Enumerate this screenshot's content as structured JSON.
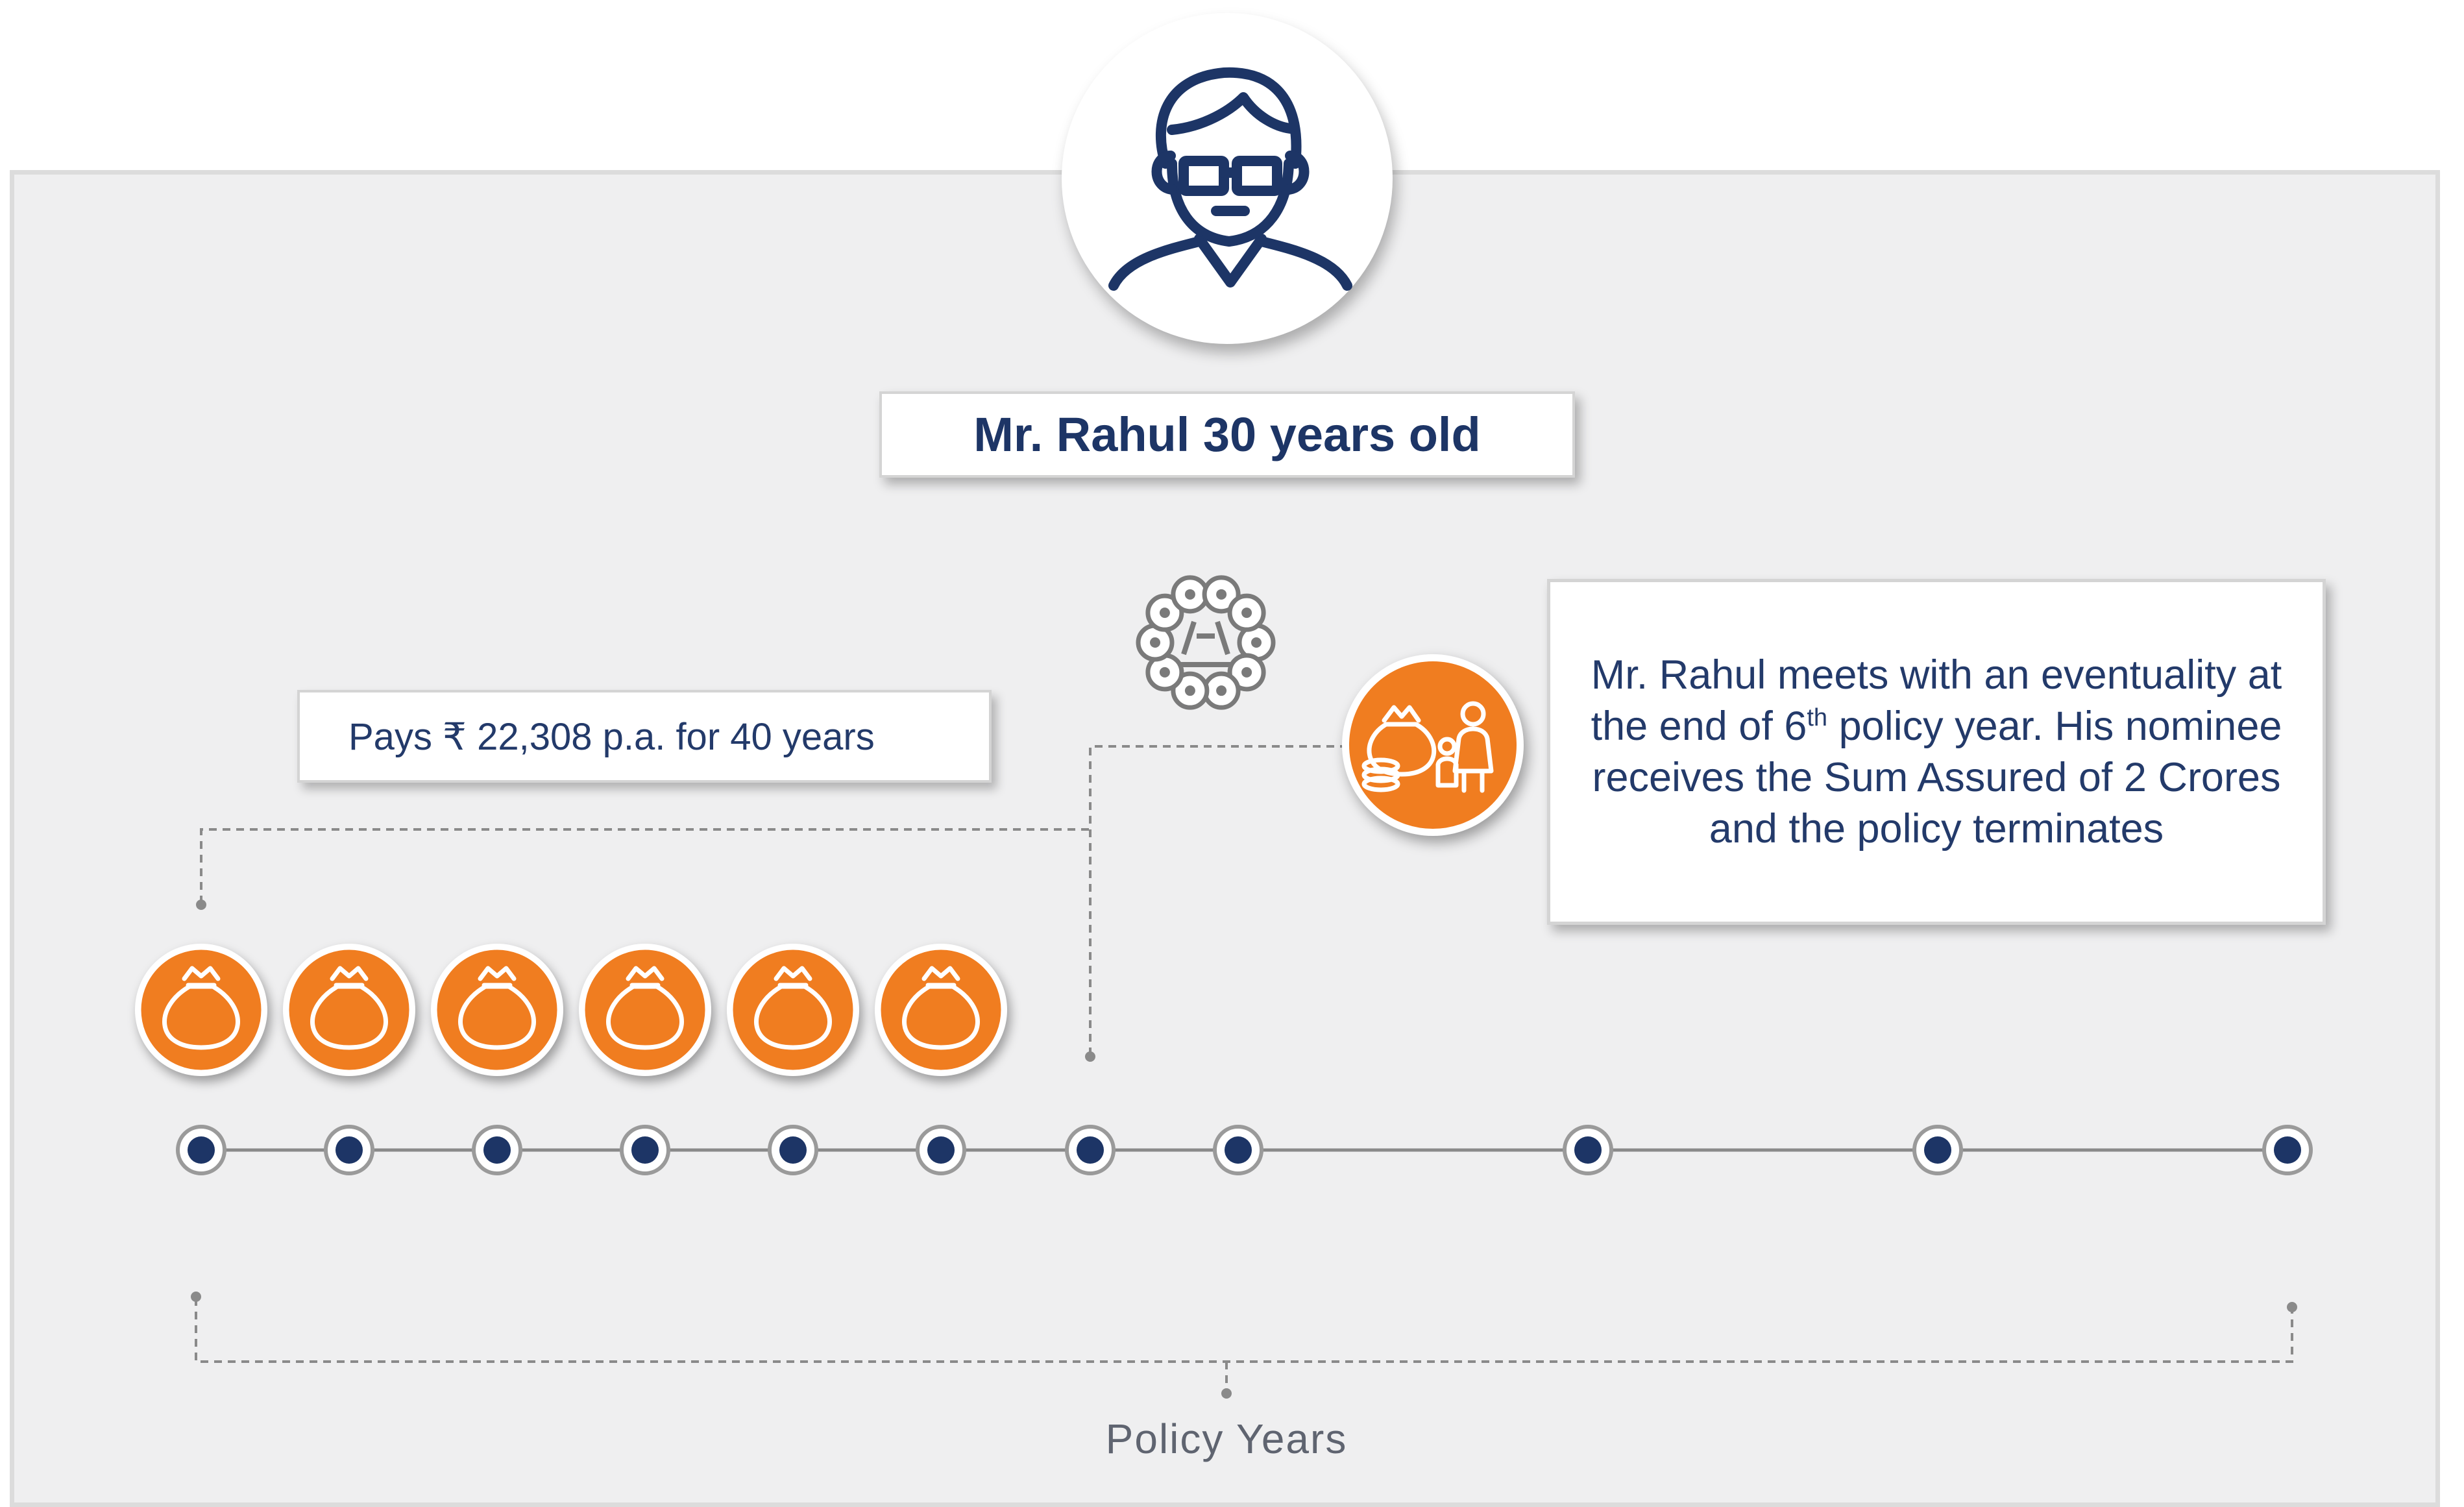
{
  "person": {
    "name_label": "Mr. Rahul 30 years old",
    "avatar_icon": "man-with-glasses-icon"
  },
  "premium": {
    "label": "Pays ₹ 22,308 p.a. for 40 years",
    "payment_icon": "money-bag-icon",
    "payment_count": 6
  },
  "event": {
    "wreath_icon": "condolence-wreath-icon",
    "payout_icon": "money-bag-and-family-icon",
    "text_before": "Mr. Rahul meets with an eventuality at the end of 6",
    "text_sup": "th",
    "text_after": " policy year. His nominee receives the Sum Assured of 2 Crores and the policy terminates"
  },
  "timeline": {
    "label": "Policy Years",
    "node_count": 11
  },
  "colors": {
    "navy": "#1d3566",
    "orange": "#f07d20",
    "panel": "#efeff0",
    "line_gray": "#8a8a8a"
  }
}
